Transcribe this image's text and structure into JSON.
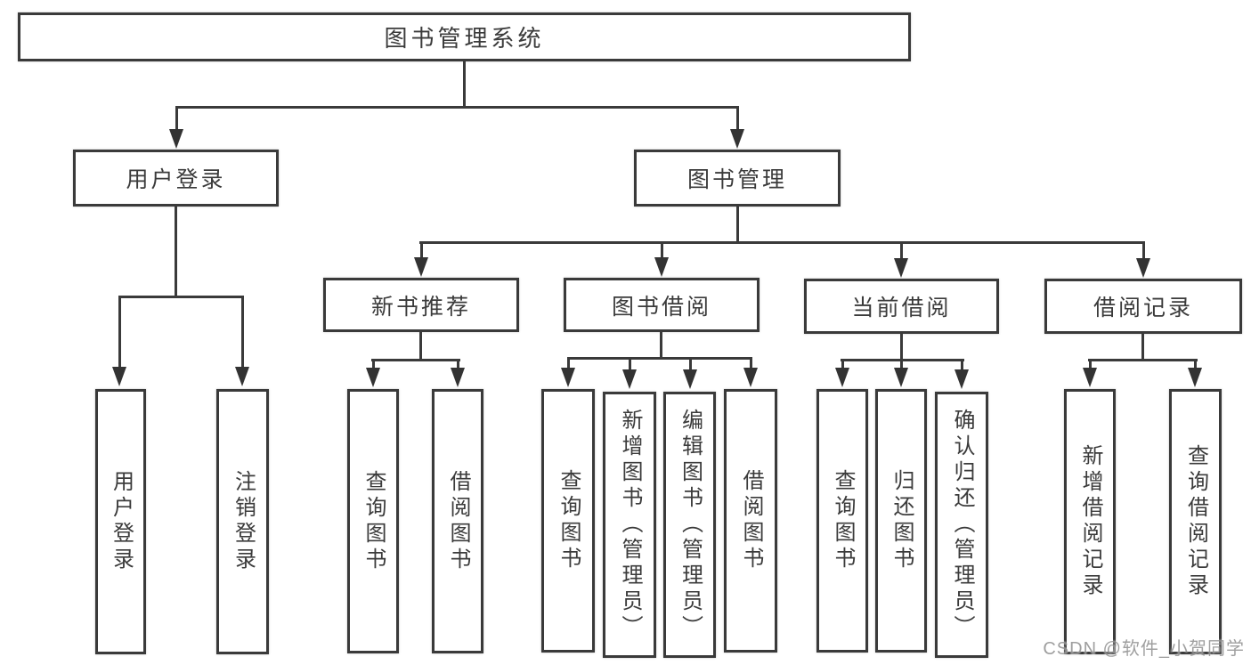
{
  "tree": {
    "label": "图书管理系统",
    "children": [
      {
        "label": "用户登录",
        "children": [
          {
            "label": "用户登录"
          },
          {
            "label": "注销登录"
          }
        ]
      },
      {
        "label": "图书管理",
        "children": [
          {
            "label": "新书推荐",
            "children": [
              {
                "label": "查询图书"
              },
              {
                "label": "借阅图书"
              }
            ]
          },
          {
            "label": "图书借阅",
            "children": [
              {
                "label": "查询图书"
              },
              {
                "label": "新增图书（管理员）"
              },
              {
                "label": "编辑图书（管理员）"
              },
              {
                "label": "借阅图书"
              }
            ]
          },
          {
            "label": "当前借阅",
            "children": [
              {
                "label": "查询图书"
              },
              {
                "label": "归还图书"
              },
              {
                "label": "确认归还（管理员）"
              }
            ]
          },
          {
            "label": "借阅记录",
            "children": [
              {
                "label": "新增借阅记录"
              },
              {
                "label": "查询借阅记录"
              }
            ]
          }
        ]
      }
    ]
  },
  "watermark": {
    "text": "CSDN @软件_小贺同学"
  },
  "colors": {
    "line": "#3a3a3a",
    "text": "#3b3b3b",
    "background": "#ffffff",
    "watermark": "#878787"
  }
}
